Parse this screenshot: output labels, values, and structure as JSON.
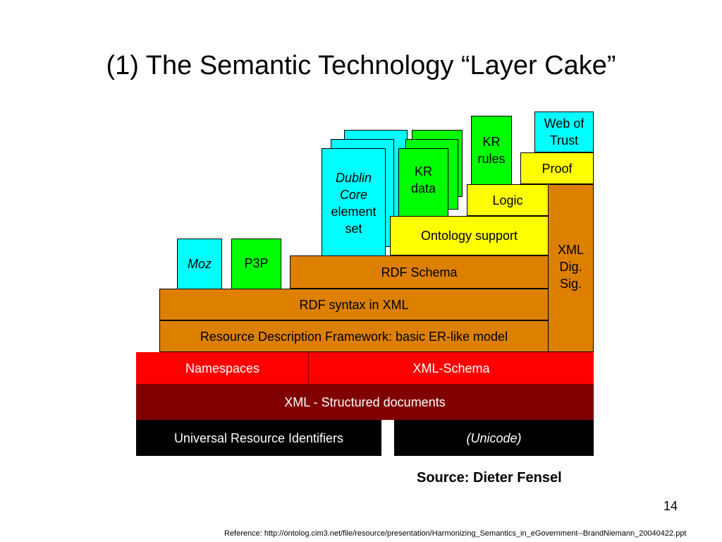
{
  "slide": {
    "title": "(1) The Semantic Technology “Layer Cake”",
    "source": "Source: Dieter Fensel",
    "page_number": "14",
    "reference": "Reference: http://ontolog.cim3.net/file/resource/presentation/Harmonizing_Semantics_in_eGovernment--BrandNiemann_20040422.ppt"
  },
  "layers": {
    "uri": "Universal Resource Identifiers",
    "unicode": "(Unicode)",
    "xml": "XML - Structured documents",
    "namespaces": "Namespaces",
    "xml_schema": "XML-Schema",
    "rdf_model": "Resource Description Framework: basic ER-like model",
    "rdf_syntax": "RDF syntax in XML",
    "rdf_schema": "RDF Schema",
    "moz": "Moz",
    "p3p": "P3P",
    "ontology": "Ontology support",
    "logic": "Logic",
    "proof": "Proof",
    "web_of_trust": "Web of\nTrust",
    "xml_dig_sig": "XML\nDig.\nSig.",
    "kr_rules": "KR\nrules",
    "kr_data": "KR\ndata",
    "dublin_core_1": "Dublin\nCore",
    "dublin_core_2": "element\nset"
  },
  "colors": {
    "cyan": "#00ffff",
    "green": "#00ff00",
    "yellow": "#ffff00",
    "orange": "#dd8000",
    "red": "#ff0000",
    "dark_red": "#800000",
    "black": "#000000"
  }
}
